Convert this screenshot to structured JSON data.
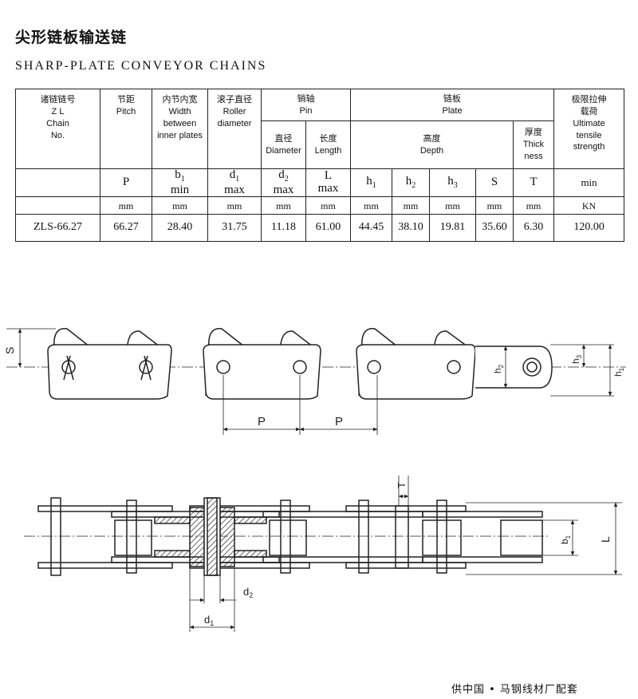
{
  "title_cn": "尖形链板输送链",
  "title_en": "SHARP-PLATE CONVEYOR CHAINS",
  "table": {
    "chain_no": [
      "诸链链号",
      "Z L",
      "Chain",
      "No."
    ],
    "pitch": [
      "节距",
      "Pitch"
    ],
    "inner_width": [
      "内节内宽",
      "Width",
      "between",
      "inner plates"
    ],
    "roller_dia": [
      "滚子直径",
      "Roller",
      "diameter"
    ],
    "pin": [
      "销轴",
      "Pin"
    ],
    "pin_dia": [
      "直径",
      "Diameter"
    ],
    "pin_len": [
      "长度",
      "Length"
    ],
    "plate": [
      "链板",
      "Plate"
    ],
    "depth": [
      "高度",
      "Depth"
    ],
    "thickness": [
      "厚度",
      "Thick",
      "ness"
    ],
    "strength": [
      "极限拉伸",
      "载荷",
      "Ultimate",
      "tensile",
      "strength"
    ],
    "symbols": {
      "P": "P",
      "b": "b",
      "b_sub": "1",
      "b_q": "min",
      "d1": "d",
      "d1_sub": "1",
      "d1_q": "max",
      "d2": "d",
      "d2_sub": "2",
      "d2_q": "max",
      "L": "L",
      "L_q": "max",
      "h1": "h",
      "h1_sub": "1",
      "h2": "h",
      "h2_sub": "2",
      "h3": "h",
      "h3_sub": "3",
      "S": "S",
      "T": "T",
      "min": "min"
    },
    "units": [
      "mm",
      "mm",
      "mm",
      "mm",
      "mm",
      "mm",
      "mm",
      "mm",
      "mm",
      "mm",
      "KN"
    ],
    "row": [
      "ZLS-66.27",
      "66.27",
      "28.40",
      "31.75",
      "11.18",
      "61.00",
      "44.45",
      "38.10",
      "19.81",
      "35.60",
      "6.30",
      "120.00"
    ]
  },
  "dims": {
    "S": "S",
    "P": "P",
    "h1": "h",
    "h1_sub": "1",
    "h2": "h",
    "h2_sub": "2",
    "h3": "h",
    "h3_sub": "3",
    "T": "T",
    "b1": "b",
    "b1_sub": "1",
    "L": "L",
    "d1": "d",
    "d1_sub": "1",
    "d2": "d",
    "d2_sub": "2"
  },
  "footer": "供中国 • 马钢线材厂配套"
}
